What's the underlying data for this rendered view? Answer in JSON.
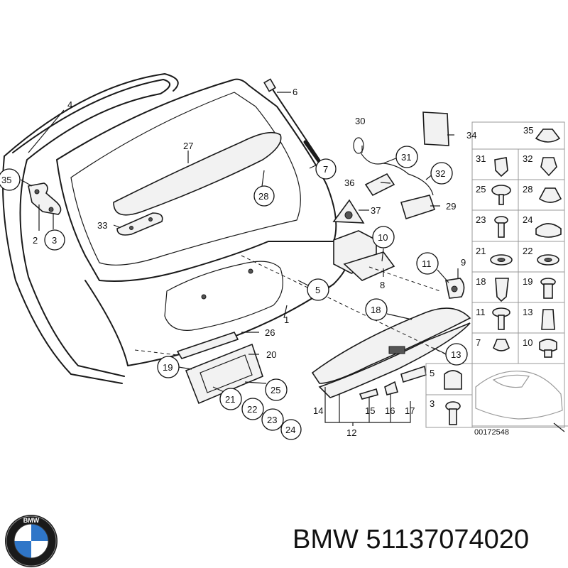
{
  "diagram": {
    "labels": {
      "1": "1",
      "2": "2",
      "3": "3",
      "4": "4",
      "5": "5",
      "6": "6",
      "7": "7",
      "8": "8",
      "9": "9",
      "10": "10",
      "11": "11",
      "12": "12",
      "13": "13",
      "14": "14",
      "15": "15",
      "16": "16",
      "17": "17",
      "18": "18",
      "19": "19",
      "20": "20",
      "21": "21",
      "22": "22",
      "23": "23",
      "24": "24",
      "25": "25",
      "26": "26",
      "27": "27",
      "28": "28",
      "29": "29",
      "30": "30",
      "31": "31",
      "32": "32",
      "33": "33",
      "34": "34",
      "35": "35",
      "36": "36",
      "37": "37"
    },
    "fastener_grid": {
      "rows": [
        [
          "35",
          ""
        ],
        [
          "31",
          "32"
        ],
        [
          "25",
          "28"
        ],
        [
          "23",
          "24"
        ],
        [
          "21",
          "22"
        ],
        [
          "18",
          "19"
        ],
        [
          "11",
          "13"
        ],
        [
          "7",
          "10"
        ],
        [
          "5",
          ""
        ],
        [
          "3",
          ""
        ]
      ]
    },
    "drawing_number": "00172548"
  },
  "brand": {
    "logo_icon": "bmw-roundel-icon",
    "logo_letters": "BMW",
    "text": "BMW 51137074020"
  }
}
